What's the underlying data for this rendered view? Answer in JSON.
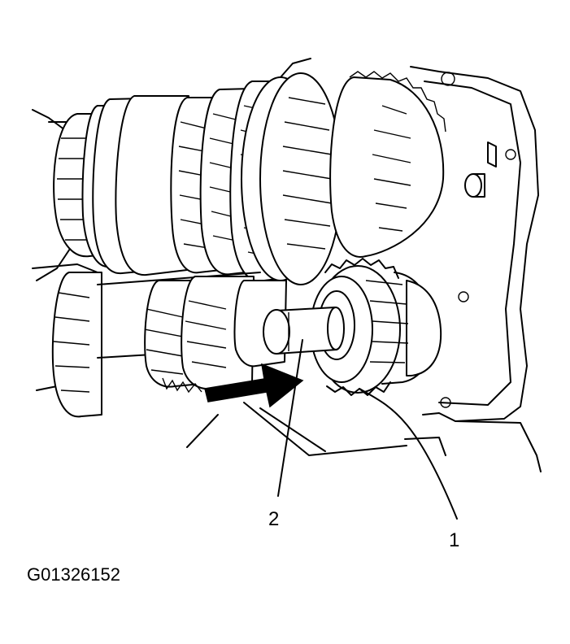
{
  "figure": {
    "callouts": [
      {
        "number": "1",
        "part": "gear"
      },
      {
        "number": "2",
        "part": "shaft"
      }
    ],
    "figure_id": "G01326152",
    "colors": {
      "ink": "#000000",
      "paper": "#ffffff"
    }
  }
}
